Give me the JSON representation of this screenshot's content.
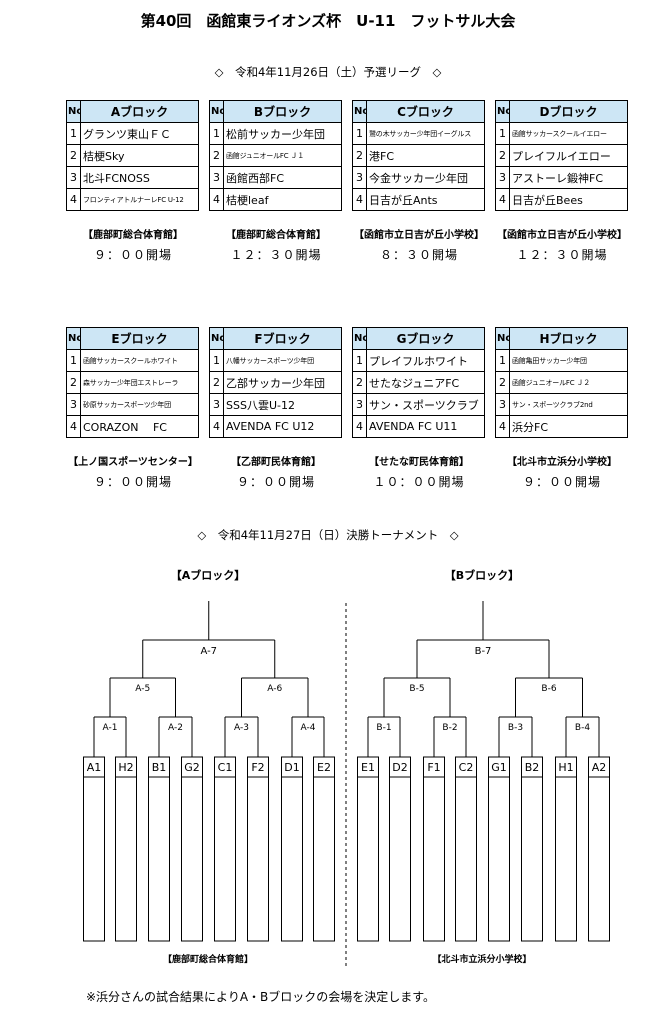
{
  "title": "第40回　函館東ライオンズ杯　U-11　フットサル大会",
  "prelim_heading": "◇　令和4年11月26日（土）予選リーグ　◇",
  "final_heading": "◇　令和4年11月27日（日）決勝トーナメント　◇",
  "no_label": "No",
  "blocks": [
    {
      "name": "Aブロック",
      "teams": [
        {
          "n": "1",
          "t": "グランツ東山ＦＣ"
        },
        {
          "n": "2",
          "t": "桔梗Sky"
        },
        {
          "n": "3",
          "t": "北斗FCNOSS"
        },
        {
          "n": "4",
          "t": "フロンティアトルナーレFC U-12"
        }
      ],
      "venue": "【鹿部町総合体育館】",
      "open": "９：００開場"
    },
    {
      "name": "Bブロック",
      "teams": [
        {
          "n": "1",
          "t": "松前サッカー少年団"
        },
        {
          "n": "2",
          "t": "函館ジュニオールFC Ｊ１"
        },
        {
          "n": "3",
          "t": "函館西部FC"
        },
        {
          "n": "4",
          "t": "桔梗leaf"
        }
      ],
      "venue": "【鹿部町総合体育館】",
      "open": "１２：３０開場"
    },
    {
      "name": "Cブロック",
      "teams": [
        {
          "n": "1",
          "t": "鷲の木サッカー少年団イーグルス"
        },
        {
          "n": "2",
          "t": "港FC"
        },
        {
          "n": "3",
          "t": "今金サッカー少年団"
        },
        {
          "n": "4",
          "t": "日吉が丘Ants"
        }
      ],
      "venue": "【函館市立日吉が丘小学校】",
      "open": "８：３０開場"
    },
    {
      "name": "Dブロック",
      "teams": [
        {
          "n": "1",
          "t": "函館サッカースクールイエロー"
        },
        {
          "n": "2",
          "t": "プレイフルイエロー"
        },
        {
          "n": "3",
          "t": "アストーレ鍛神FC"
        },
        {
          "n": "4",
          "t": "日吉が丘Bees"
        }
      ],
      "venue": "【函館市立日吉が丘小学校】",
      "open": "１２：３０開場"
    },
    {
      "name": "Eブロック",
      "teams": [
        {
          "n": "1",
          "t": "函館サッカースクールホワイト"
        },
        {
          "n": "2",
          "t": "森サッカー少年団エストレーラ"
        },
        {
          "n": "3",
          "t": "砂原サッカースポーツ少年団"
        },
        {
          "n": "4",
          "t": "CORAZON　 FC"
        }
      ],
      "venue": "【上ノ国スポーツセンター】",
      "open": "９：００開場"
    },
    {
      "name": "Fブロック",
      "teams": [
        {
          "n": "1",
          "t": "八幡サッカースポーツ少年団"
        },
        {
          "n": "2",
          "t": "乙部サッカー少年団"
        },
        {
          "n": "3",
          "t": "SSS八雲U-12"
        },
        {
          "n": "4",
          "t": "AVENDA FC U12"
        }
      ],
      "venue": "【乙部町民体育館】",
      "open": "９：００開場"
    },
    {
      "name": "Gブロック",
      "teams": [
        {
          "n": "1",
          "t": "プレイフルホワイト"
        },
        {
          "n": "2",
          "t": "せたなジュニアFC"
        },
        {
          "n": "3",
          "t": "サン・スポーツクラブ"
        },
        {
          "n": "4",
          "t": "AVENDA FC U11"
        }
      ],
      "venue": "【せたな町民体育館】",
      "open": "１０：００開場"
    },
    {
      "name": "Hブロック",
      "teams": [
        {
          "n": "1",
          "t": "函館亀田サッカー少年団"
        },
        {
          "n": "2",
          "t": "函館ジュニオールFC Ｊ２"
        },
        {
          "n": "3",
          "t": "サン・スポーツクラブ2nd"
        },
        {
          "n": "4",
          "t": "浜分FC"
        }
      ],
      "venue": "【北斗市立浜分小学校】",
      "open": "９：００開場"
    }
  ],
  "brackets": [
    {
      "label": "【Aブロック】",
      "top": "A-7",
      "semis": [
        "A-5",
        "A-6"
      ],
      "quarters": [
        "A-1",
        "A-2",
        "A-3",
        "A-4"
      ],
      "slots": [
        "A1",
        "H2",
        "B1",
        "G2",
        "C1",
        "F2",
        "D1",
        "E2"
      ],
      "venue": "【鹿部町総合体育館】"
    },
    {
      "label": "【Bブロック】",
      "top": "B-7",
      "semis": [
        "B-5",
        "B-6"
      ],
      "quarters": [
        "B-1",
        "B-2",
        "B-3",
        "B-4"
      ],
      "slots": [
        "E1",
        "D2",
        "F1",
        "C2",
        "G1",
        "B2",
        "H1",
        "A2"
      ],
      "venue": "【北斗市立浜分小学校】"
    }
  ],
  "footnote": "※浜分さんの試合結果によりA・Bブロックの会場を決定します。"
}
